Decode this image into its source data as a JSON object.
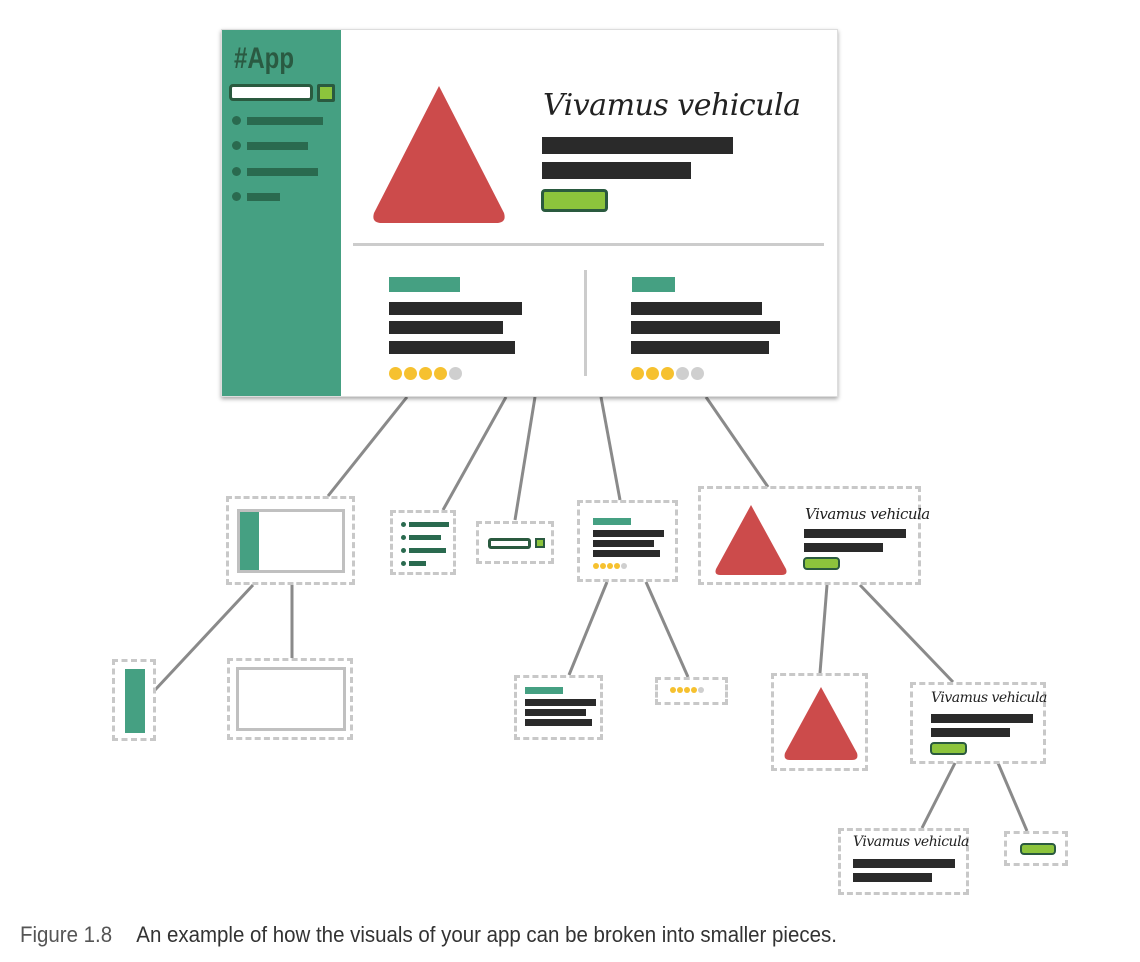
{
  "app_mockup": {
    "title": "#App",
    "heading": "Vivamus vehicula",
    "sidebar_item_count": 4,
    "cards": [
      {
        "rating": 4,
        "max_rating": 5
      },
      {
        "rating": 3,
        "max_rating": 5
      }
    ]
  },
  "components": {
    "hero_heading": "Vivamus vehicula",
    "detail_heading": "Vivamus vehicula",
    "title_heading": "Vivamus vehicula",
    "rating_component": {
      "rating": 4,
      "max_rating": 5
    }
  },
  "colors": {
    "sidebar_green": "#45a082",
    "dark_green": "#2a6a4f",
    "button_lime": "#8cc43c",
    "triangle_red": "#cc4b4b",
    "star_yellow": "#f6c12f",
    "star_grey": "#cfcfcf",
    "text_bar": "#2a2a2a",
    "dashed_border": "#c8c8c8"
  },
  "caption": {
    "label": "Figure 1.8",
    "text": "An example of how the visuals of your app can be broken into smaller pieces."
  }
}
